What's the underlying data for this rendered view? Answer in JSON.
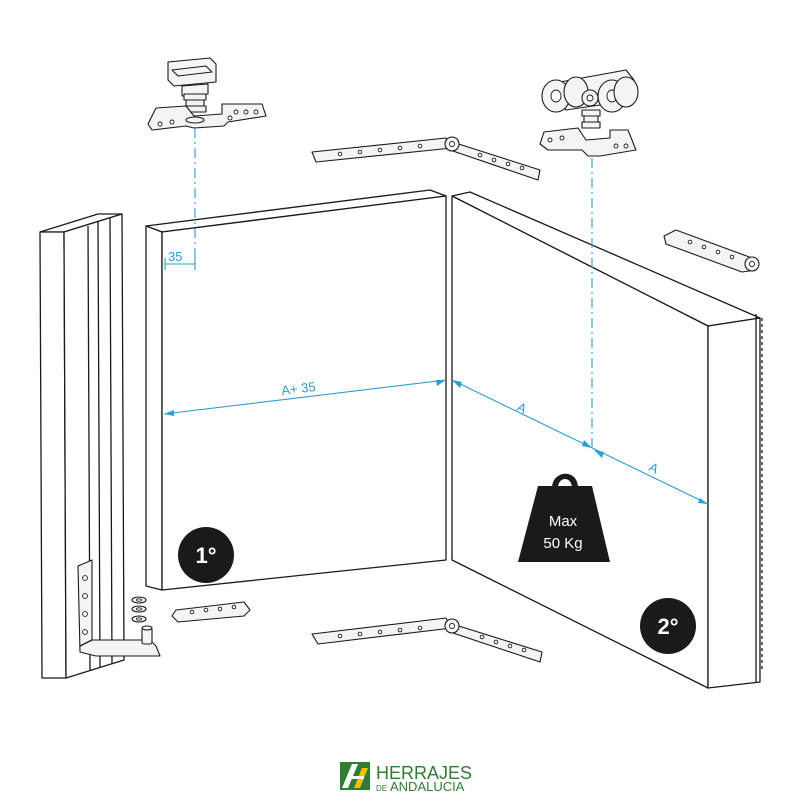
{
  "dimensions": {
    "offset_label": "35",
    "panel1_width_label": "A+ 35",
    "panel2_half_label_1": "A",
    "panel2_half_label_2": "A"
  },
  "badges": {
    "panel1": "1°",
    "panel2": "2°"
  },
  "weight": {
    "line1": "Max",
    "line2": "50 Kg"
  },
  "logo": {
    "brand_main": "HERRAJES",
    "brand_prefix": "DE",
    "brand_sub": "ANDALUCIA",
    "colors": {
      "green": "#2e7d32",
      "dark_green": "#1b5e20",
      "yellow": "#f2c200"
    }
  },
  "colors": {
    "line": "#1a1a1a",
    "dimension": "#2a9fd6",
    "badge": "#1a1a1a"
  }
}
